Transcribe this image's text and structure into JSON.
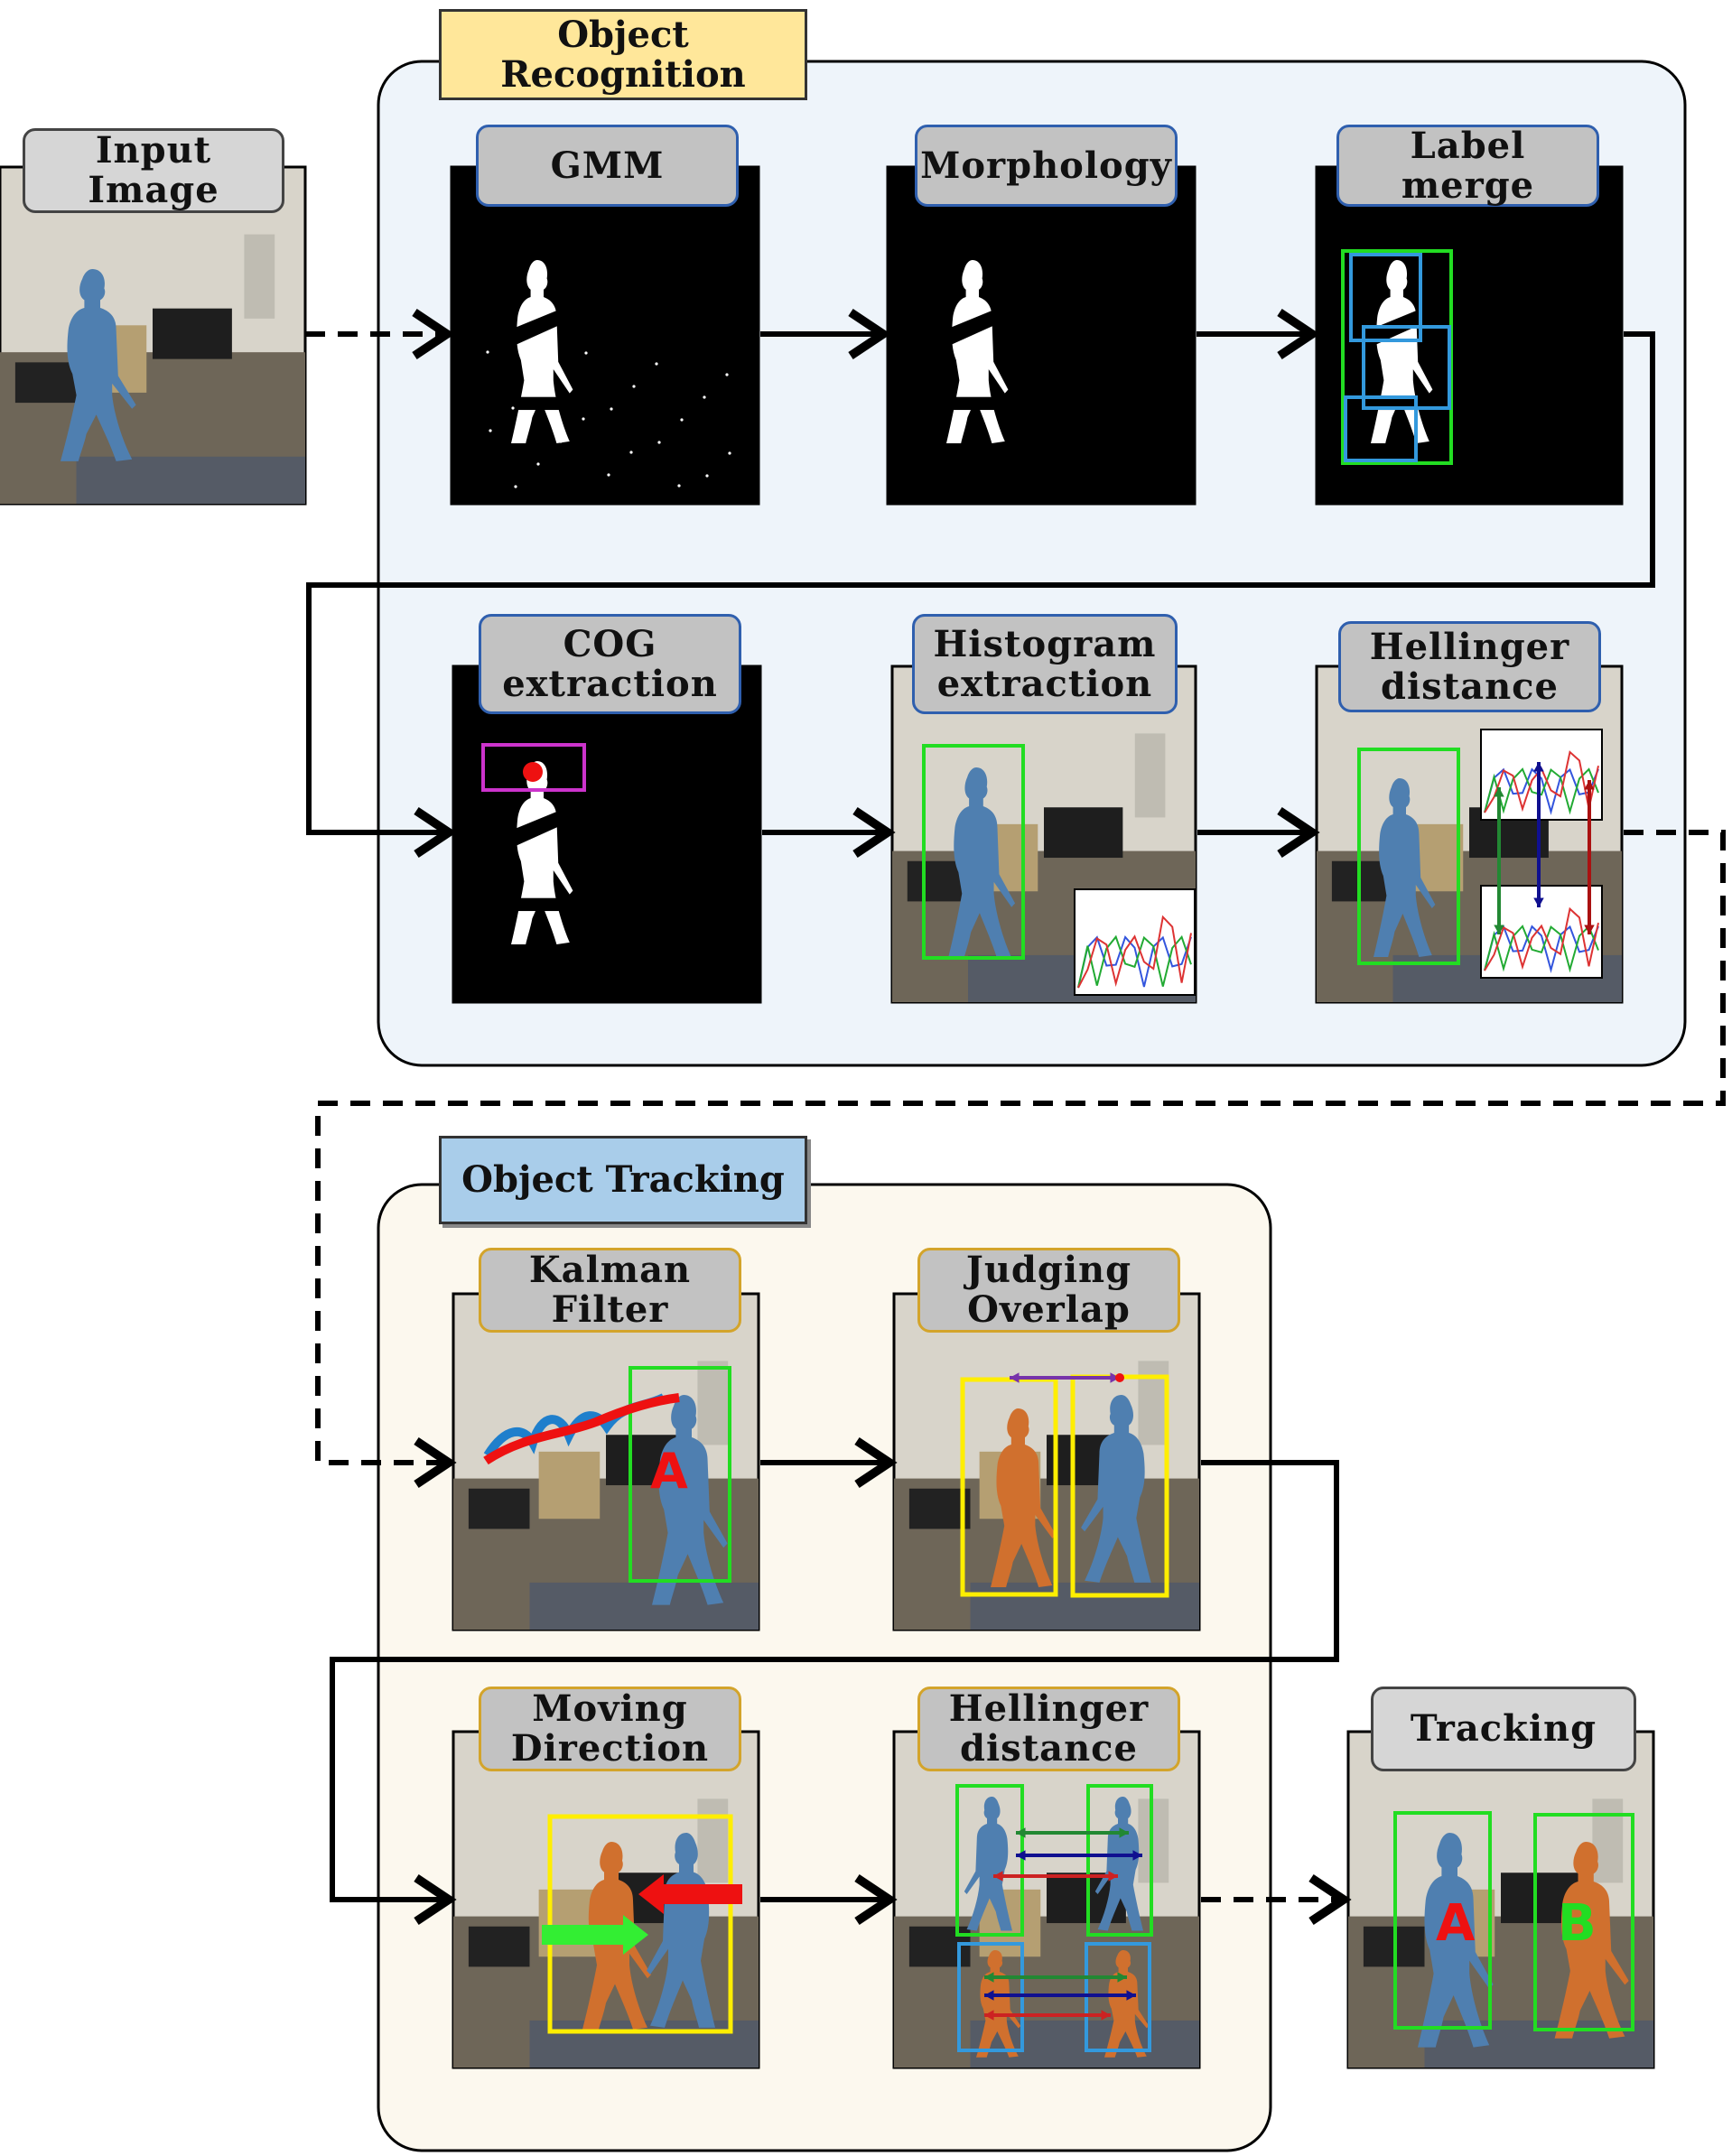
{
  "sections": {
    "recognition_title": "Object\nRecognition",
    "tracking_title": "Object Tracking"
  },
  "stages": {
    "input_image": "Input Image",
    "gmm": "GMM",
    "morphology": "Morphology",
    "label_merge": "Label merge",
    "cog_extraction": "COG\nextraction",
    "histogram_extraction": "Histogram\nextraction",
    "hellinger_distance_1": "Hellinger\ndistance",
    "kalman_filter": "Kalman\nFilter",
    "judging_overlap": "Judging\nOverlap",
    "moving_direction": "Moving\nDirection",
    "hellinger_distance_2": "Hellinger\ndistance",
    "tracking": "Tracking"
  },
  "object_labels": {
    "a": "A",
    "b": "B"
  },
  "colors": {
    "recognition_bg": "#eef4fa",
    "tracking_bg": "#fcf8ee",
    "recognition_title_bg": "#ffe79a",
    "tracking_title_bg": "#a9cdea",
    "person_a": "#4f7fb0",
    "person_b": "#d0702e",
    "green_box": "#22dd22",
    "blue_box": "#3399dd",
    "yellow_box": "#ffee00",
    "magenta_box": "#cc33cc",
    "red": "#ee1111"
  }
}
